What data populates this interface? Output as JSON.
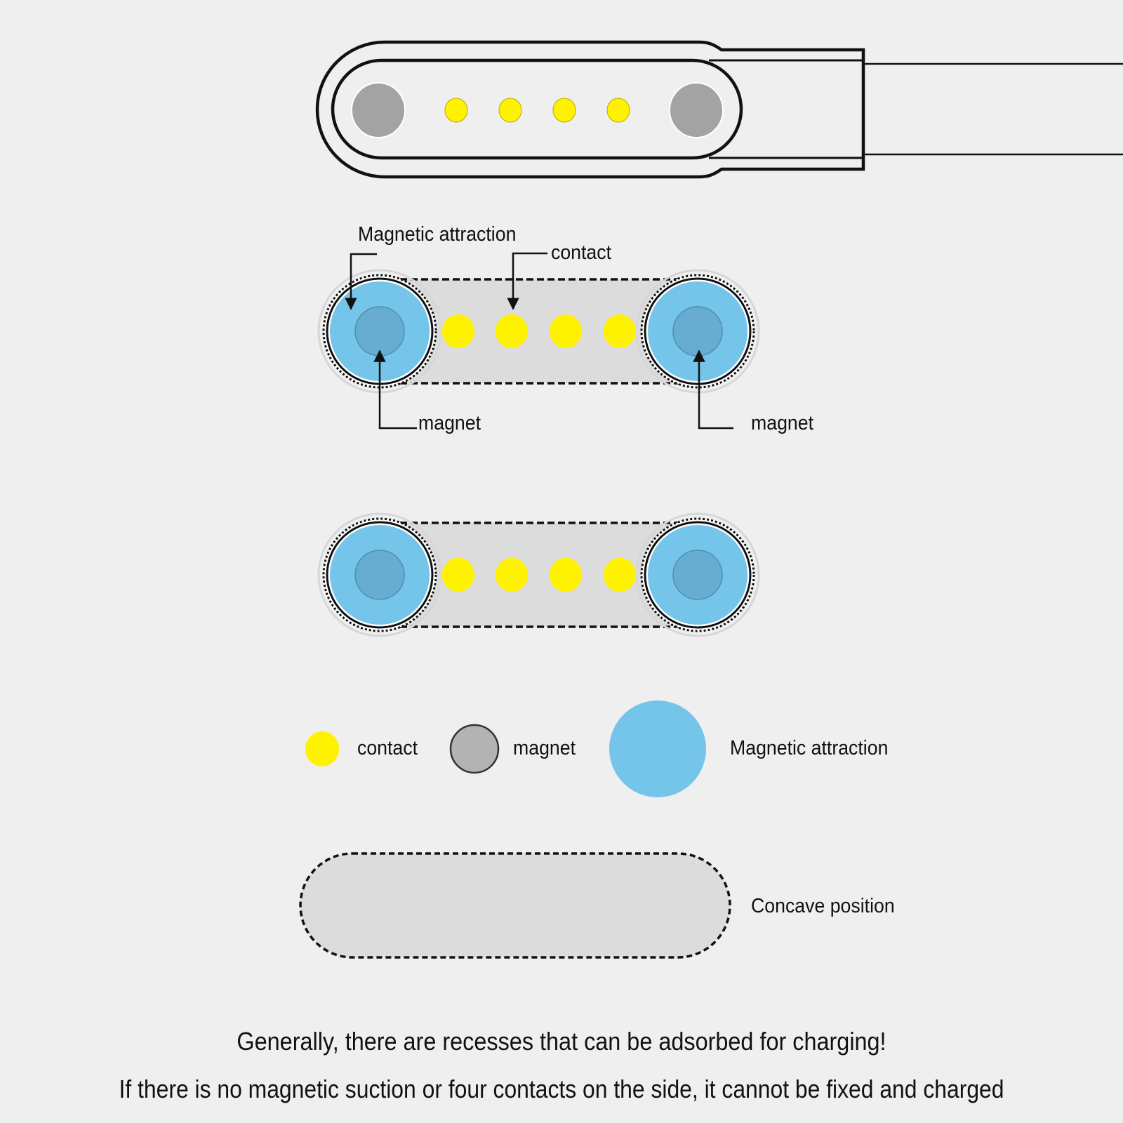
{
  "colors": {
    "background": "#efefef",
    "contact": "#fff200",
    "magnet": "#a3a3a3",
    "magnetic_attraction": "#75c4ea",
    "magnet_core": "#66add1",
    "recess": "#dcdcdc",
    "outline": "#111111"
  },
  "top_view": {
    "contact_count": 4,
    "magnet_count": 2
  },
  "annotated_view": {
    "labels": {
      "magnetic_attraction": "Magnetic attraction",
      "contact": "contact",
      "magnet_left": "magnet",
      "magnet_right": "magnet"
    },
    "contact_count": 4
  },
  "plain_view": {
    "contact_count": 4
  },
  "legend": {
    "items": [
      {
        "icon": "contact-dot",
        "label": "contact"
      },
      {
        "icon": "magnet-dot",
        "label": "magnet"
      },
      {
        "icon": "magnetic-attraction-dot",
        "label": "Magnetic attraction"
      }
    ]
  },
  "concave": {
    "label": "Concave position"
  },
  "footer": {
    "line1": "Generally, there are recesses that can be adsorbed for charging!",
    "line2": "If there is no magnetic suction or four contacts on the side, it cannot be fixed and charged"
  }
}
